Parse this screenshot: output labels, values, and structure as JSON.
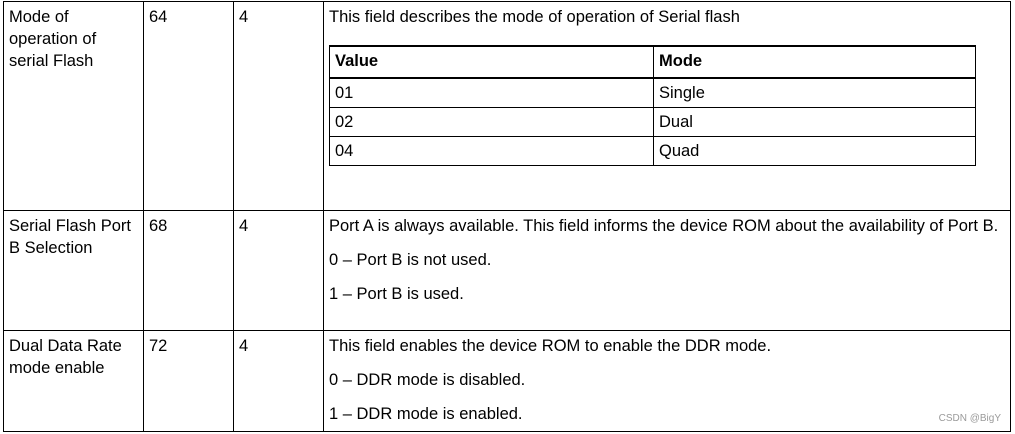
{
  "rows": [
    {
      "name": "Mode of operation of serial Flash",
      "offset": "64",
      "size": "4",
      "description": [
        "This field describes the mode of operation of Serial flash"
      ],
      "mode_table": {
        "headers": [
          "Value",
          "Mode"
        ],
        "rows": [
          [
            "01",
            "Single"
          ],
          [
            "02",
            "Dual"
          ],
          [
            "04",
            "Quad"
          ]
        ]
      }
    },
    {
      "name": "Serial Flash Port B Selection",
      "offset": "68",
      "size": "4",
      "description": [
        "Port A is always available. This field informs the device ROM about the availability of Port B.",
        "0 – Port B is not used.",
        "1 – Port B is used."
      ]
    },
    {
      "name": "Dual Data Rate mode enable",
      "offset": "72",
      "size": "4",
      "description": [
        "This field enables the device ROM to enable the DDR mode.",
        "0 – DDR mode is disabled.",
        "1 – DDR mode is enabled."
      ]
    }
  ],
  "watermark": "CSDN @BigY"
}
